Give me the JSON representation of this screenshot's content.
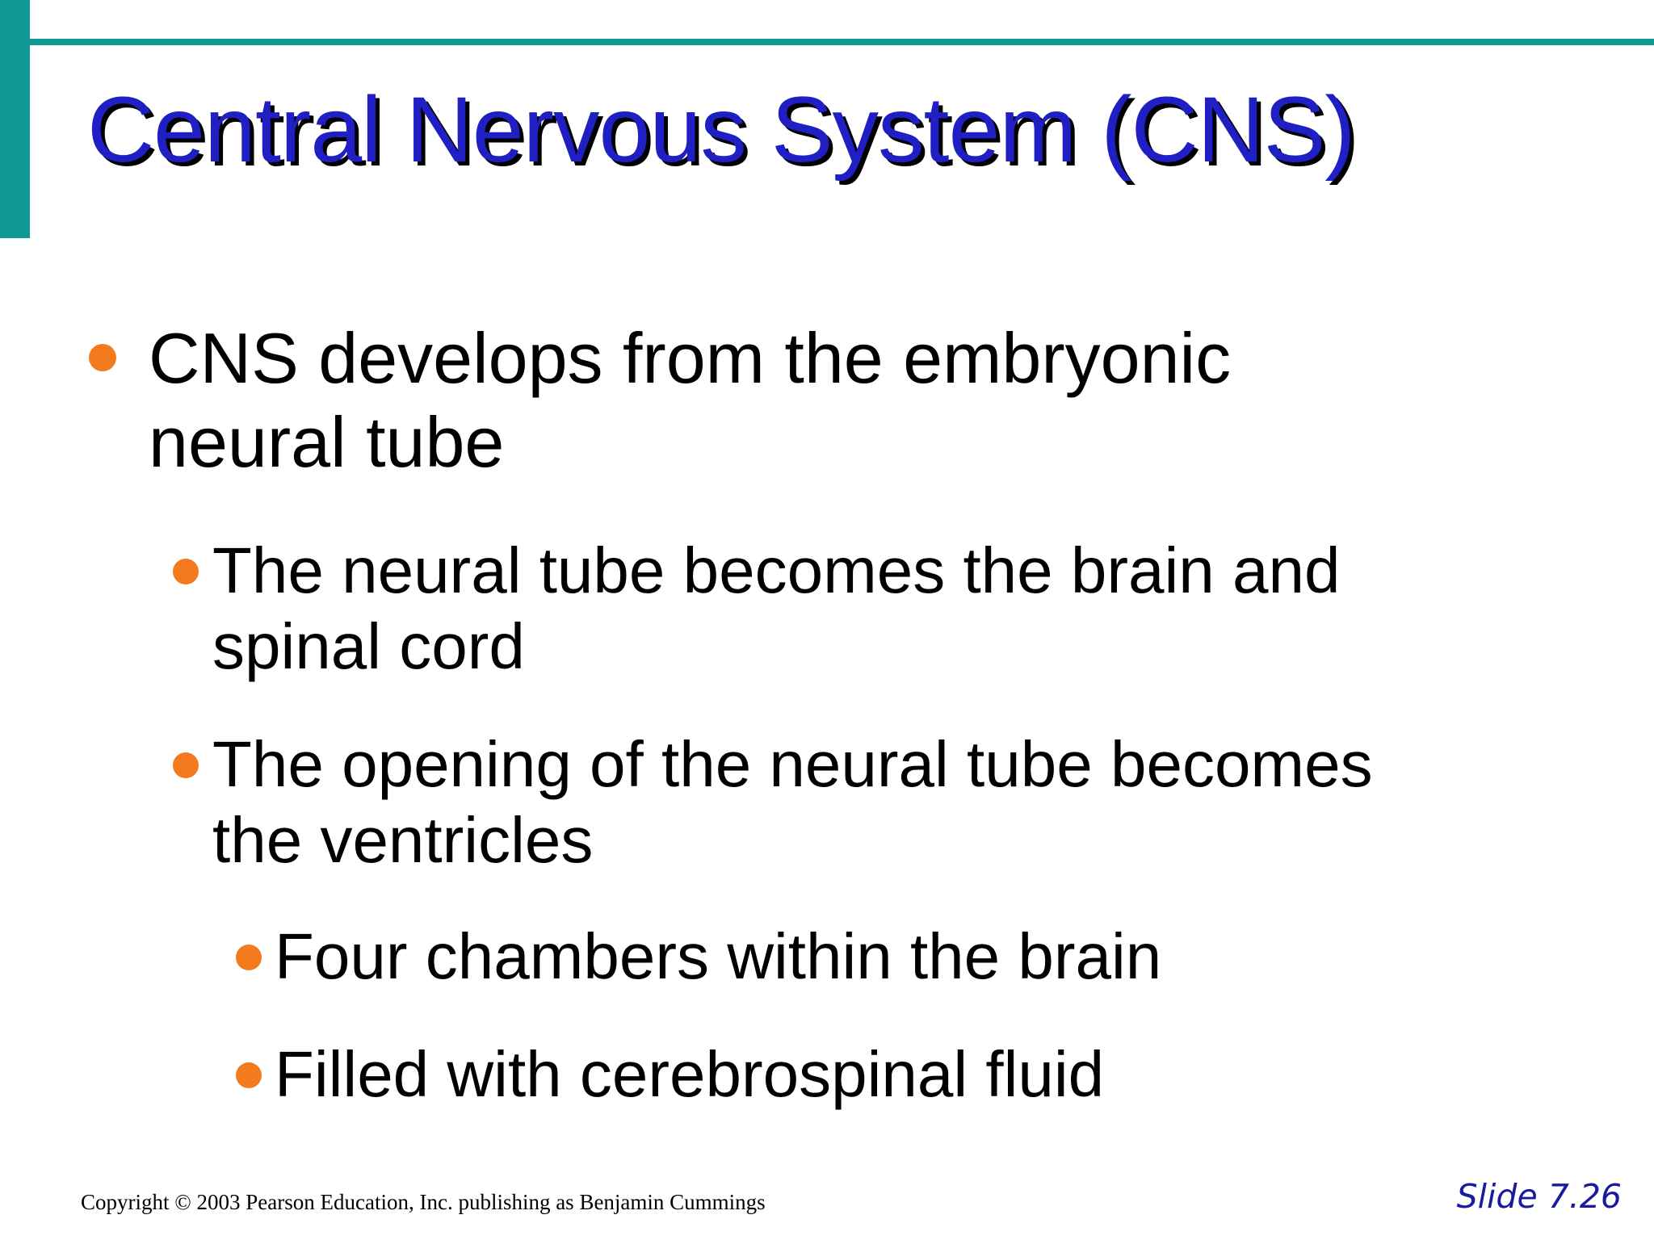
{
  "slide": {
    "title": "Central Nervous System (CNS)",
    "bullets": [
      {
        "level": 1,
        "lines": [
          "CNS develops from the embryonic",
          "neural tube"
        ]
      },
      {
        "level": 2,
        "lines": [
          "The neural tube becomes the brain and",
          "spinal cord"
        ]
      },
      {
        "level": 2,
        "lines": [
          "The opening of the neural tube becomes",
          "the ventricles"
        ]
      },
      {
        "level": 3,
        "lines": [
          "Four chambers within the brain"
        ]
      },
      {
        "level": 3,
        "lines": [
          "Filled with cerebrospinal fluid"
        ]
      }
    ]
  },
  "footer": {
    "copyright": "Copyright © 2003 Pearson Education, Inc. publishing as Benjamin Cummings",
    "slide_number": "Slide 7.26"
  },
  "colors": {
    "accent_bar": "#0f9996",
    "title_text": "#1f1fc4",
    "title_shadow": "#000000",
    "bullet_dot": "#f47a20",
    "body_text": "#000000",
    "slide_number": "#1a1aa0"
  }
}
